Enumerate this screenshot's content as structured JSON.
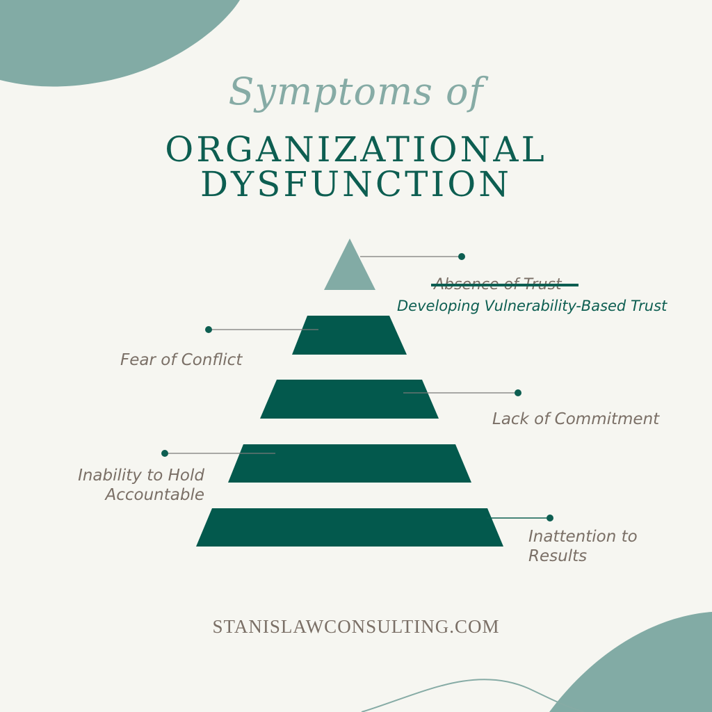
{
  "title": {
    "line1": "Symptoms of",
    "line2": "ORGANIZATIONAL",
    "line3": "DYSFUNCTION"
  },
  "levels": {
    "top_struck": "Absence of Trust",
    "top_replacement": "Developing Vulnerability-Based Trust",
    "fear": "Fear of Conflict",
    "commitment": "Lack of Commitment",
    "accountability_1": "Inability to Hold",
    "accountability_2": "Accountable",
    "results_1": "Inattention to",
    "results_2": "Results"
  },
  "footer": "STANISLAWCONSULTING.COM",
  "colors": {
    "dark_green": "#0d5e51",
    "light_teal": "#86aba5",
    "background": "#f6f6f1",
    "gray_text": "#7a6f66"
  }
}
